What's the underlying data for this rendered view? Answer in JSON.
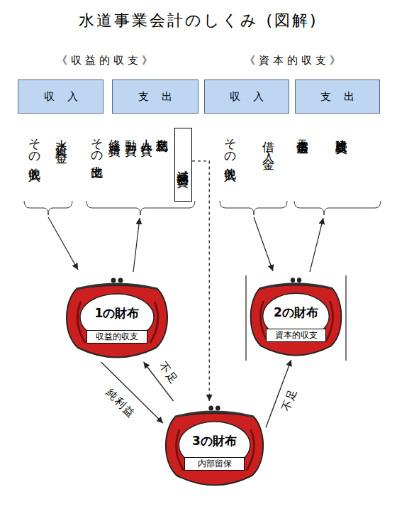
{
  "diagram": {
    "title": "水道事業会計のしくみ (図解)",
    "nodes": [
      {
        "text": [
          "収入"
        ]
      },
      {
        "text": [
          "支出"
        ]
      },
      {
        "text": [
          "収入"
        ]
      },
      {
        "text": [
          "支出"
        ]
      },
      {
        "text": [
          "減価償却費"
        ]
      },
      {
        "text": [
          "1の財布"
        ]
      },
      {
        "text": [
          "収益的収支"
        ],
        "in": 5
      },
      {
        "text": [
          "2の財布"
        ]
      },
      {
        "text": [
          "資本的収支"
        ],
        "in": 7
      },
      {
        "text": [
          "3の財布"
        ]
      },
      {
        "text": [
          "内部留保"
        ],
        "in": 9
      }
    ],
    "edges": [
      {
        "from": 5,
        "to": 9,
        "label": "純利益",
        "arrow": "to"
      },
      {
        "from": 9,
        "to": 5,
        "label": "不足",
        "arrow": "to"
      },
      {
        "from": 9,
        "to": 7,
        "label": "不足",
        "arrow": "to"
      },
      {
        "from": 4,
        "to": 9,
        "arrow": "to"
      }
    ],
    "labels": [
      "《収益的収支》",
      "《資本的収支》",
      "水道料金",
      "その他収入",
      "支払利息",
      "人件費",
      "動力費",
      "修繕費",
      "その他支出",
      "借入金",
      "その他収入",
      "建設改良費",
      "元金償還金"
    ]
  }
}
